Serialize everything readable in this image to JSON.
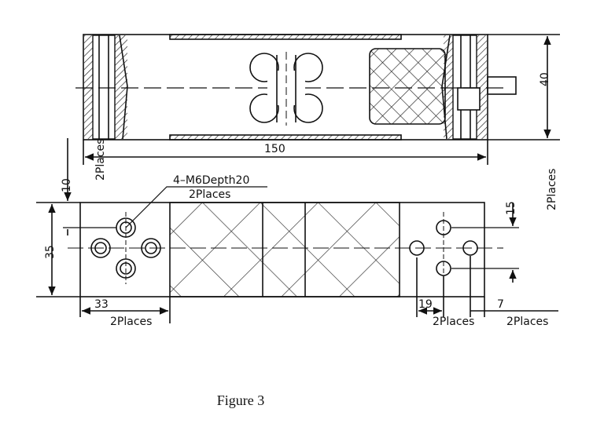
{
  "caption": "Figure 3",
  "dimensions": {
    "height_40": "40",
    "length_150": "150",
    "left_10": "10",
    "left_2places": "2Places",
    "thread_note": "4–M6Depth20",
    "thread_places": "2Places",
    "right_15": "15",
    "right_2places": "2Places",
    "left_35": "35",
    "bottom_33": "33",
    "bottom_33_places": "2Places",
    "bottom_19": "19",
    "bottom_19_places": "2Places",
    "bottom_7": "7",
    "bottom_7_places": "2Places"
  }
}
